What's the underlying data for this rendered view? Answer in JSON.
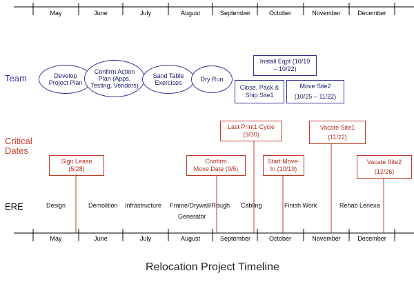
{
  "months": [
    "May",
    "June",
    "July",
    "August",
    "September",
    "October",
    "November",
    "December"
  ],
  "rows": {
    "team": "Team",
    "critical_line1": "Critical",
    "critical_line2": "Dates",
    "ere": "ERE"
  },
  "team_items": {
    "develop": "Develop Project Plan",
    "confirm_action": "Confirm Action Plan (Apps, Testing, Vendors)",
    "sand_table": "Sand Table Exercises",
    "dry_run": "Dry Run",
    "install_line1": "Install Eqpt (10/19",
    "install_line2": "– 10/22)",
    "close_pack": "Close, Pack & Ship Site1",
    "move_site2_line1": "Move Site2",
    "move_site2_line2": "(10/25 – 11/22)"
  },
  "critical_items": {
    "sign_lease_1": "Sign Lease",
    "sign_lease_2": "(5/28)",
    "confirm_move_1": "Confirm",
    "confirm_move_2": "Move Date (9/5)",
    "last_print_1": "Last Print1 Cycle",
    "last_print_2": "(9/30)",
    "start_move_1": "Start Move-",
    "start_move_2": "In (10/19)",
    "vacate_site1_1": "Vacate Site1",
    "vacate_site1_2": "(11/22)",
    "vacate_site2_1": "Vacate Site2",
    "vacate_site2_2": "(12/26)"
  },
  "ere_items": {
    "design": "Design",
    "demolition": "Demolition",
    "infrastructure": "Infrastructure",
    "frame": "Frame/Drywall/Rough",
    "generator": "Generator",
    "cabling": "Cabling",
    "finish_work": "Finish Work",
    "rehab": "Rehab Lenexa"
  },
  "title": "Relocation Project Timeline",
  "colors": {
    "team": "#333399",
    "critical": "#c0392b",
    "axis": "#000000"
  }
}
